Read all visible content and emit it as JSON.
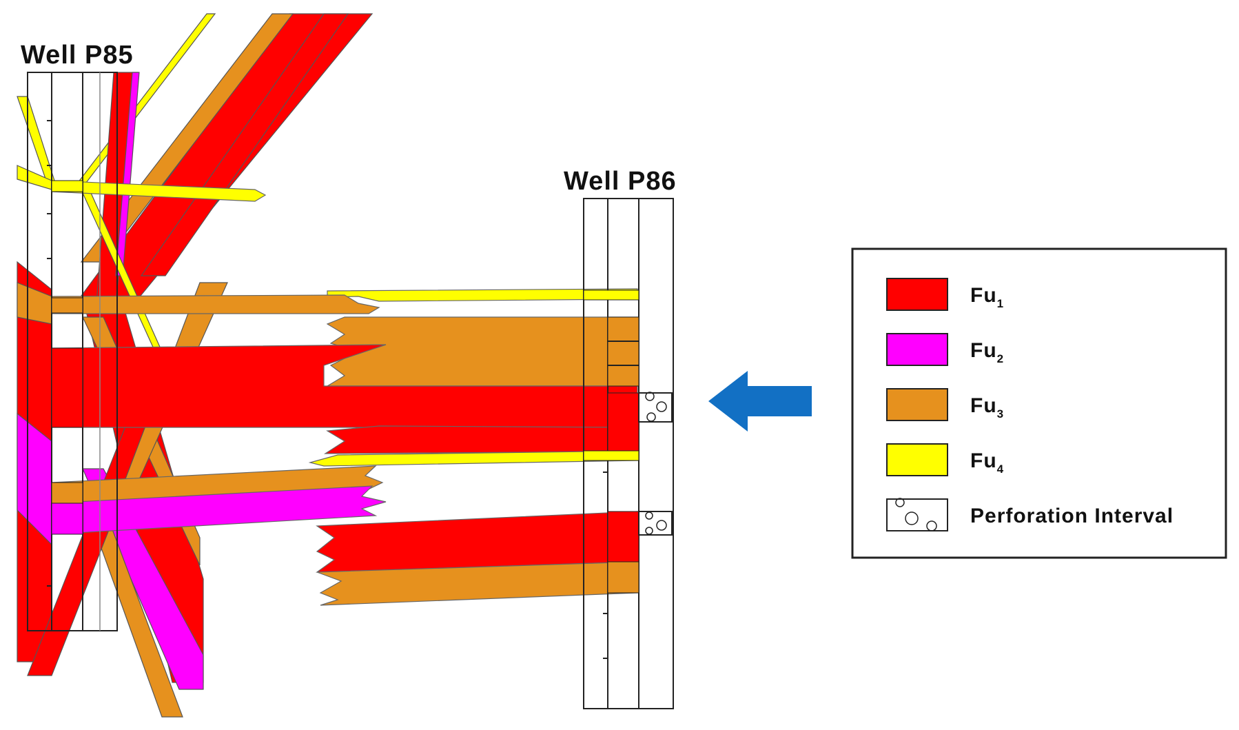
{
  "wells": [
    {
      "id": "p85",
      "label": "Well  P85"
    },
    {
      "id": "p86",
      "label": "Well  P86"
    }
  ],
  "colors": {
    "fu1": "#ff0000",
    "fu2": "#ff00ff",
    "fu3": "#e6911e",
    "fu4": "#ffff00",
    "arrow": "#1270c4"
  },
  "legend": {
    "items": [
      {
        "key": "fu1",
        "base": "Fu",
        "sub": "1"
      },
      {
        "key": "fu2",
        "base": "Fu",
        "sub": "2"
      },
      {
        "key": "fu3",
        "base": "Fu",
        "sub": "3"
      },
      {
        "key": "fu4",
        "base": "Fu",
        "sub": "4"
      },
      {
        "key": "perforation",
        "base": "Perforation Interval",
        "sub": ""
      }
    ]
  }
}
